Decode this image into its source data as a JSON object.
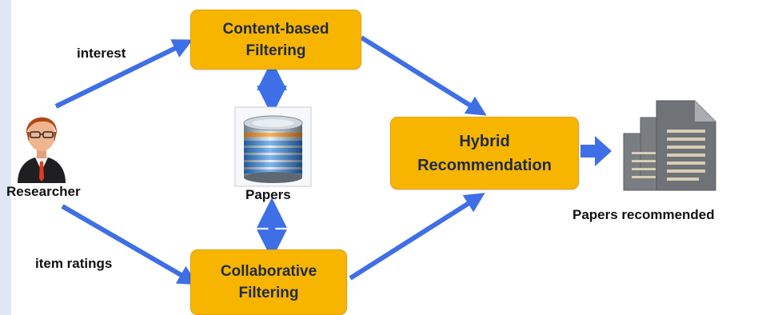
{
  "nodes": {
    "content_based": "Content-based\nFiltering",
    "collaborative": "Collaborative\nFiltering",
    "hybrid": "Hybrid\nRecommendation"
  },
  "labels": {
    "interest": "interest",
    "item_ratings": "item ratings",
    "researcher": "Researcher",
    "papers": "Papers",
    "papers_recommended": "Papers recommended"
  },
  "colors": {
    "node_fill": "#f7b500",
    "arrow": "#3f6fe6",
    "background": "#dfe6f4"
  },
  "icons": {
    "researcher": "person-icon",
    "papers": "database-icon",
    "output": "documents-icon"
  }
}
